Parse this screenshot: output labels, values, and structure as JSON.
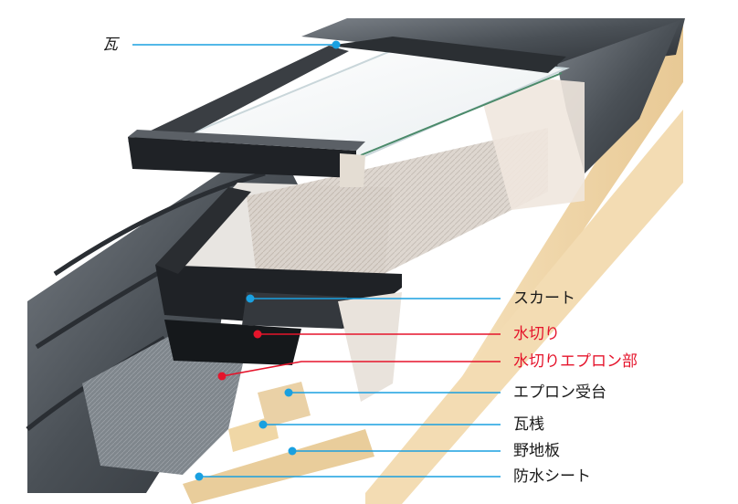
{
  "labels": {
    "kawara": "瓦",
    "skirt": "スカート",
    "mizukiri": "水切り",
    "mizukiri_apron": "水切りエプロン部",
    "apron_ukedai": "エプロン受台",
    "kawarasan": "瓦桟",
    "nojiita": "野地板",
    "bosui_sheet": "防水シート"
  },
  "colors": {
    "leader_blue": "#1aa0e0",
    "leader_red": "#e5142b",
    "text": "#1a1a1a",
    "tile_dark": "#3c4248",
    "wood": "#f1d9ae"
  }
}
